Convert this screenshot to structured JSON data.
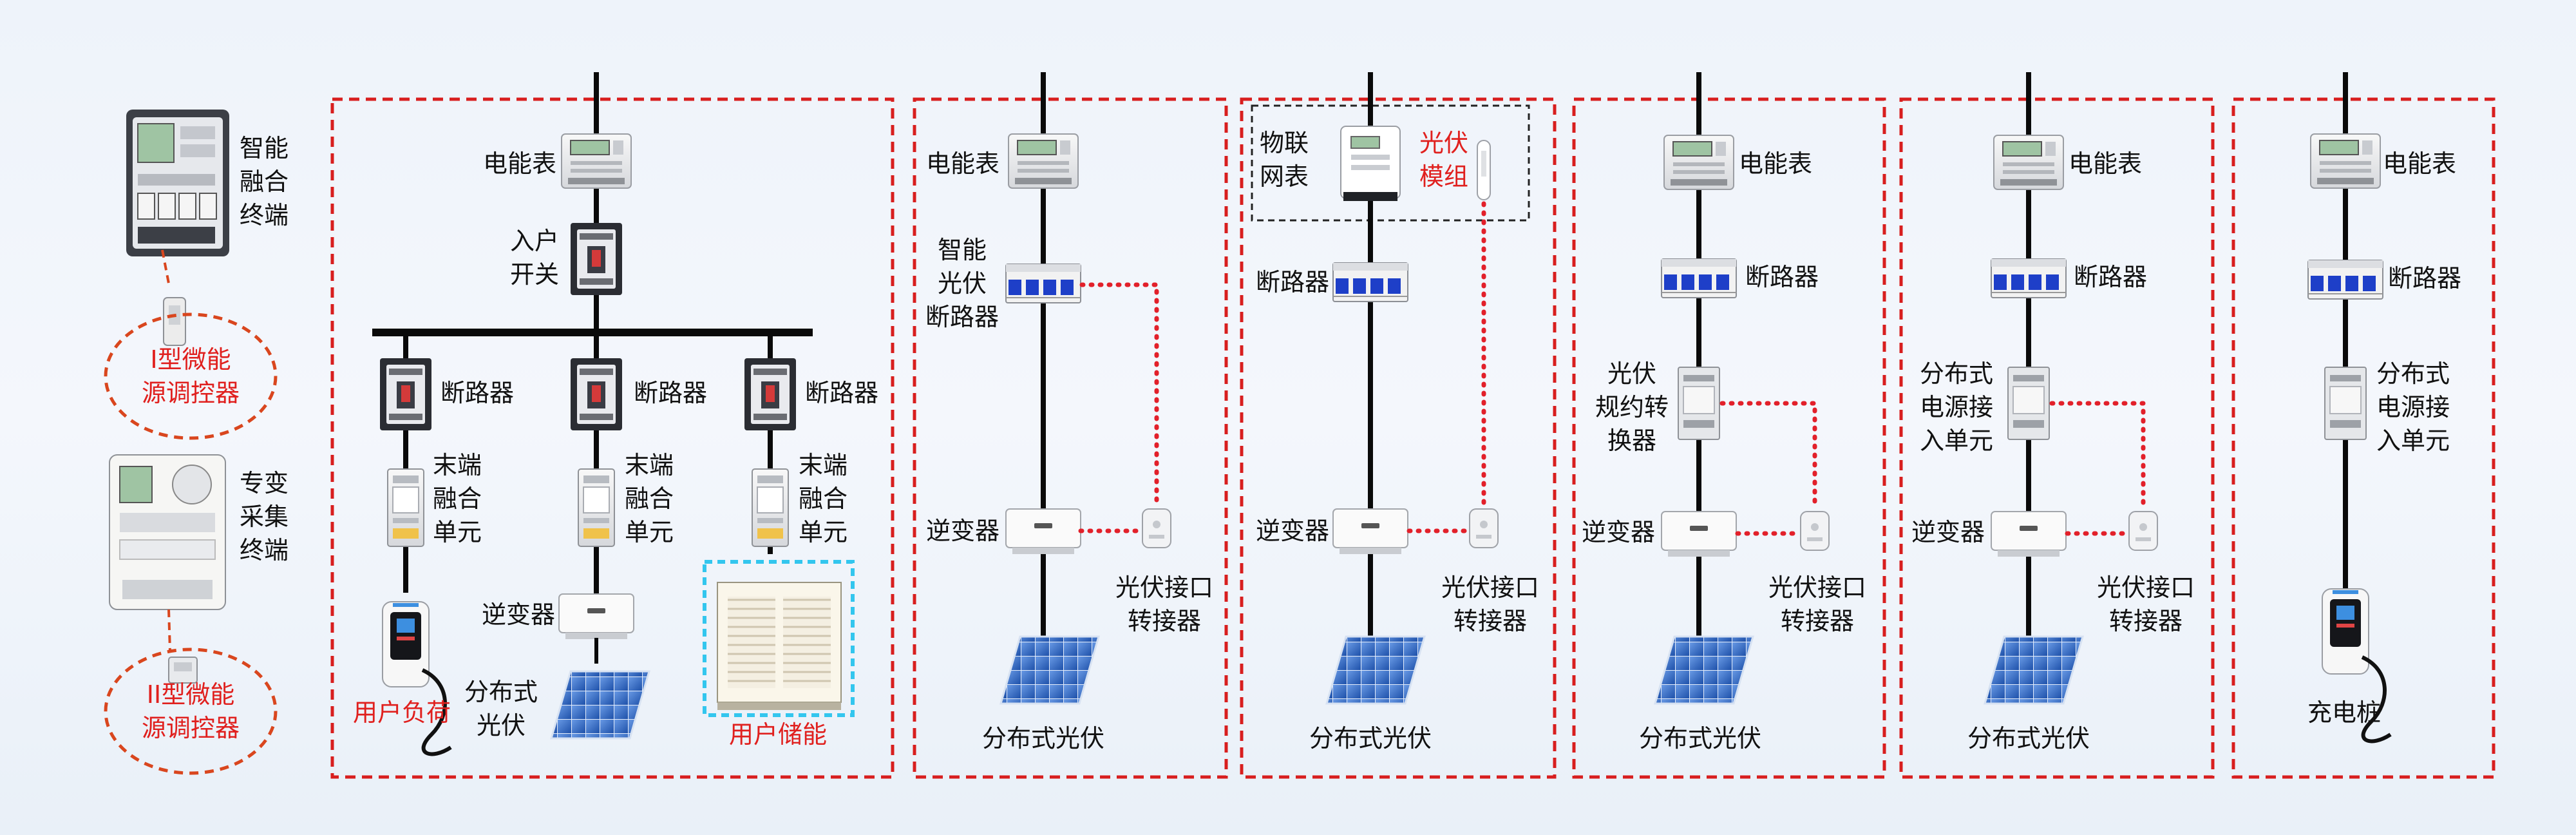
{
  "terminals": {
    "smart_terminal": [
      "智能",
      "融合",
      "终端"
    ],
    "type1_controller": [
      "I型微能",
      "源调控器"
    ],
    "special_terminal": [
      "专变",
      "采集",
      "终端"
    ],
    "type2_controller": [
      "II型微能",
      "源调控器"
    ]
  },
  "sections": {
    "s1": {
      "meter": "电能表",
      "switch": [
        "入户",
        "开关"
      ],
      "breaker": "断路器",
      "end_unit": [
        "末端",
        "融合",
        "单元"
      ],
      "inverter": "逆变器",
      "pv": [
        "分布式",
        "光伏"
      ],
      "user_load": "用户负荷",
      "user_storage": "用户储能"
    },
    "s2": {
      "meter": "电能表",
      "breaker": [
        "智能",
        "光伏",
        "断路器"
      ],
      "inverter": "逆变器",
      "adapter": [
        "光伏接口",
        "转接器"
      ],
      "pv": "分布式光伏"
    },
    "s3": {
      "iot_meter": [
        "物联",
        "网表"
      ],
      "pv_module": [
        "光伏",
        "模组"
      ],
      "breaker": "断路器",
      "inverter": "逆变器",
      "adapter": [
        "光伏接口",
        "转接器"
      ],
      "pv": "分布式光伏"
    },
    "s4": {
      "meter": "电能表",
      "breaker": "断路器",
      "converter": [
        "光伏",
        "规约转",
        "换器"
      ],
      "inverter": "逆变器",
      "adapter": [
        "光伏接口",
        "转接器"
      ],
      "pv": "分布式光伏"
    },
    "s5": {
      "meter": "电能表",
      "breaker": "断路器",
      "access_unit": [
        "分布式",
        "电源接",
        "入单元"
      ],
      "inverter": "逆变器",
      "adapter": [
        "光伏接口",
        "转接器"
      ],
      "pv": "分布式光伏"
    },
    "s6": {
      "meter": "电能表",
      "breaker": "断路器",
      "access_unit": [
        "分布式",
        "电源接",
        "入单元"
      ],
      "charger": "充电桩"
    }
  },
  "colors": {
    "dash_red": "#d81e1e",
    "label_red": "#e0201e",
    "line": "#0a0a0a",
    "breaker_blue": "#1e3fc8",
    "storage_cyan": "#33c6ee"
  }
}
